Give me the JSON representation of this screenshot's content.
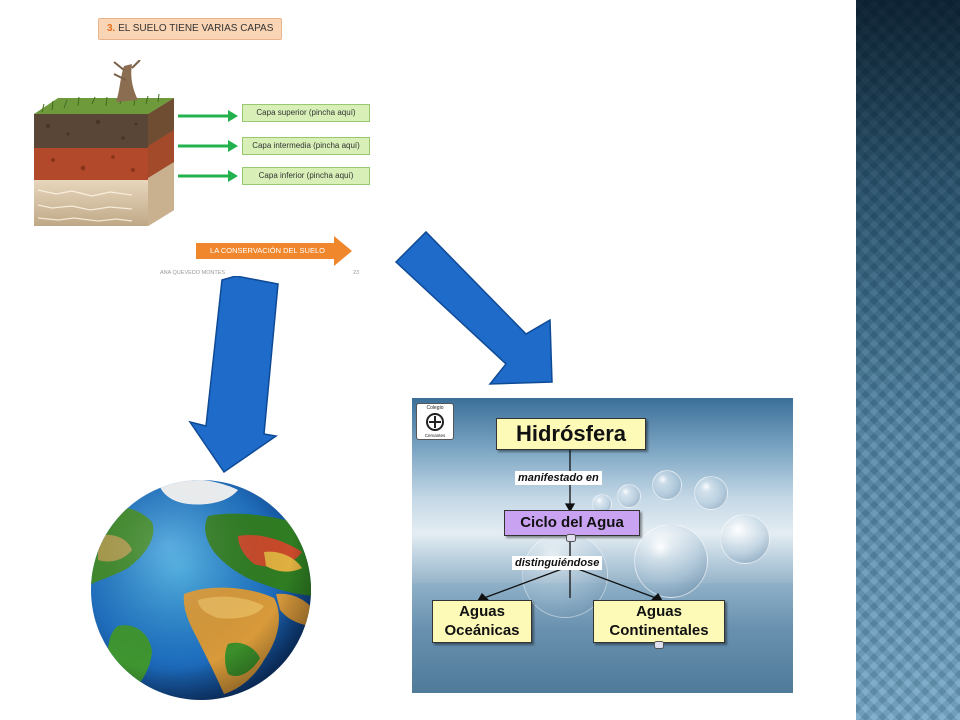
{
  "soil_slide": {
    "title_number": "3.",
    "title_text": "EL SUELO TIENE VARIAS CAPAS",
    "layers": [
      {
        "label": "Capa superior (pincha aquí)"
      },
      {
        "label": "Capa intermedia (pincha aquí)"
      },
      {
        "label": "Capa inferior (pincha aquí)"
      }
    ],
    "conservation_button": "LA CONSERVACIÓN DEL SUELO",
    "author": "ANA QUEVEDO MONTES",
    "page_number": "23"
  },
  "hydro_map": {
    "logo_title": "Colegio",
    "logo_sub": "Cervantes",
    "root": "Hidrósfera",
    "link_1": "manifestado en",
    "middle": "Ciclo del Agua",
    "link_2": "distinguiéndose",
    "leaf_left": "Aguas Oceánicas",
    "leaf_right": "Aguas Continentales"
  },
  "colors": {
    "big_arrow_blue": "#1e6bc9",
    "soil_arrow_green": "#22b14c",
    "conservation_orange": "#f0872d",
    "middle_node": "#c9a2f2",
    "leaf_node": "#fdfab8"
  }
}
